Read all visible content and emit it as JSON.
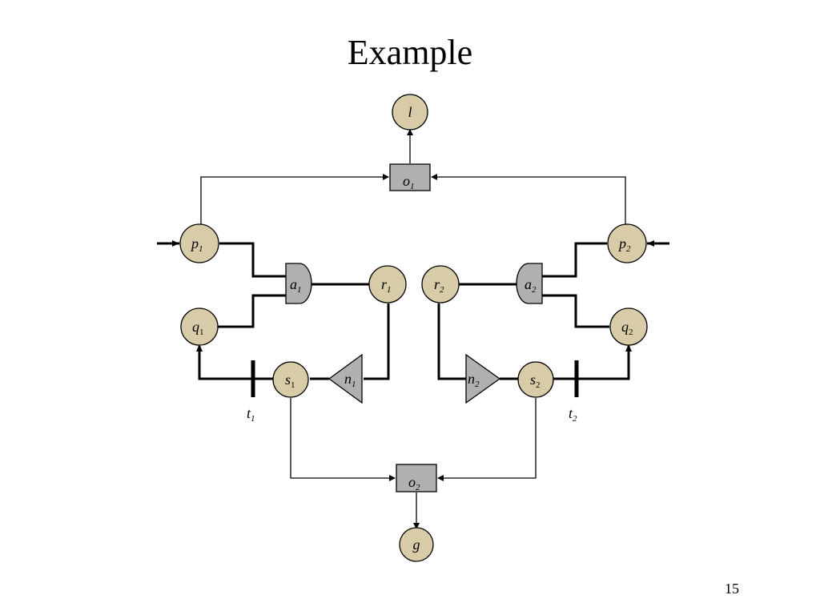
{
  "slide": {
    "title": "Example",
    "page_number": "15"
  },
  "colors": {
    "place_fill": "#d8cca8",
    "gate_fill": "#b0b0b0",
    "stroke": "#000000"
  },
  "nodes": {
    "l": {
      "name": "l",
      "sub": ""
    },
    "p1": {
      "name": "p",
      "sub": "1"
    },
    "p2": {
      "name": "p",
      "sub": "2"
    },
    "q1": {
      "name": "q",
      "sub": "1"
    },
    "q2": {
      "name": "q",
      "sub": "2"
    },
    "r1": {
      "name": "r",
      "sub": "1"
    },
    "r2": {
      "name": "r",
      "sub": "2"
    },
    "s1": {
      "name": "s",
      "sub": "1"
    },
    "s2": {
      "name": "s",
      "sub": "2"
    },
    "g": {
      "name": "g",
      "sub": ""
    },
    "a1": {
      "name": "a",
      "sub": "1"
    },
    "a2": {
      "name": "a",
      "sub": "2"
    },
    "o1": {
      "name": "o",
      "sub": "1"
    },
    "o2": {
      "name": "o",
      "sub": "2"
    },
    "n1": {
      "name": "n",
      "sub": "1"
    },
    "n2": {
      "name": "n",
      "sub": "2"
    },
    "t1": {
      "name": "t",
      "sub": "1"
    },
    "t2": {
      "name": "t",
      "sub": "2"
    }
  }
}
